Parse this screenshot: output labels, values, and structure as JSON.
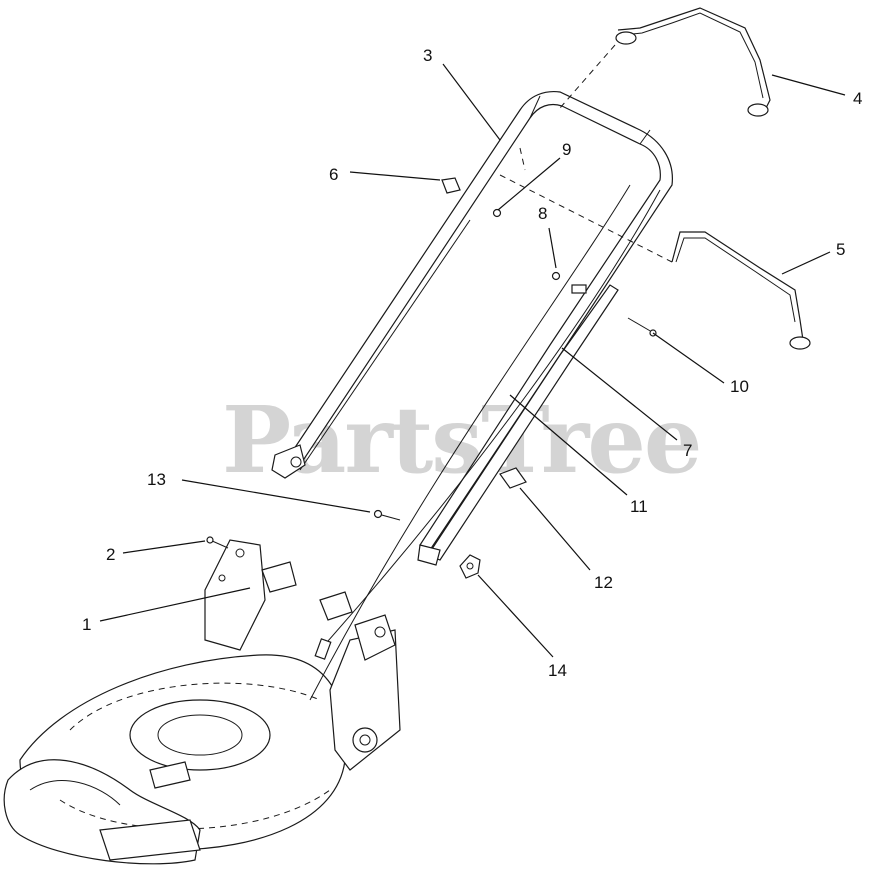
{
  "watermark": "PartsTree",
  "callouts": {
    "c1": "1",
    "c2": "2",
    "c3": "3",
    "c4": "4",
    "c5": "5",
    "c6": "6",
    "c7": "7",
    "c8": "8",
    "c9": "9",
    "c10": "10",
    "c11": "11",
    "c12": "12",
    "c13": "13",
    "c14": "14"
  }
}
